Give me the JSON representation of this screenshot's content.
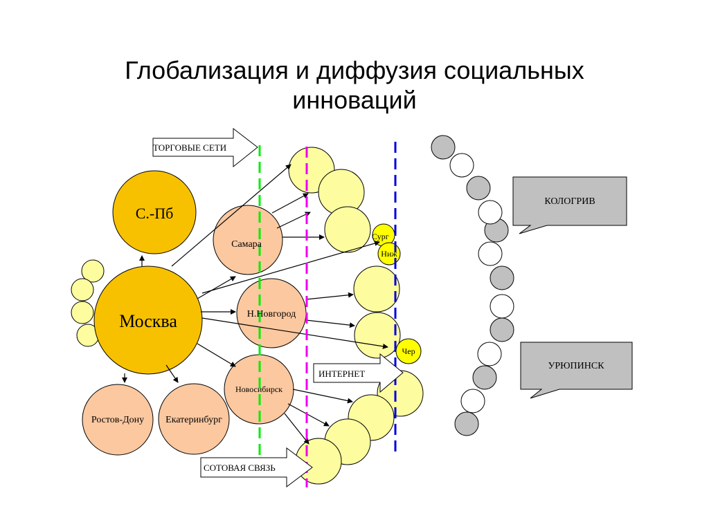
{
  "title": {
    "line1": "Глобализация и диффузия социальных",
    "line2": "инноваций"
  },
  "cities": {
    "moscow": "Москва",
    "spb": "С.-Пб",
    "samara": "Самара",
    "nnovgorod": "Н.Новгород",
    "novosibirsk": "Новосибирск",
    "rostov": "Ростов-Дону",
    "ekaterinburg": "Екатеринбург",
    "surgut": "Сург",
    "nizh": "Ниж",
    "cher": "Чер"
  },
  "channels": {
    "trade": "ТОРГОВЫЕ СЕТИ",
    "internet": "ИНТЕРНЕТ",
    "mobile": "СОТОВАЯ СВЯЗЬ"
  },
  "callouts": {
    "kologriv": "КОЛОГРИВ",
    "uryupinsk": "УРЮПИНСК"
  },
  "colors": {
    "gold": "#f7c100",
    "peach": "#fbc8a0",
    "light_yellow": "#fdfda0",
    "yellow": "#ffff00",
    "gray": "#c0c0c0",
    "green_line": "#00ee00",
    "magenta_line": "#ee00ee",
    "blue_line": "#0000dd"
  }
}
